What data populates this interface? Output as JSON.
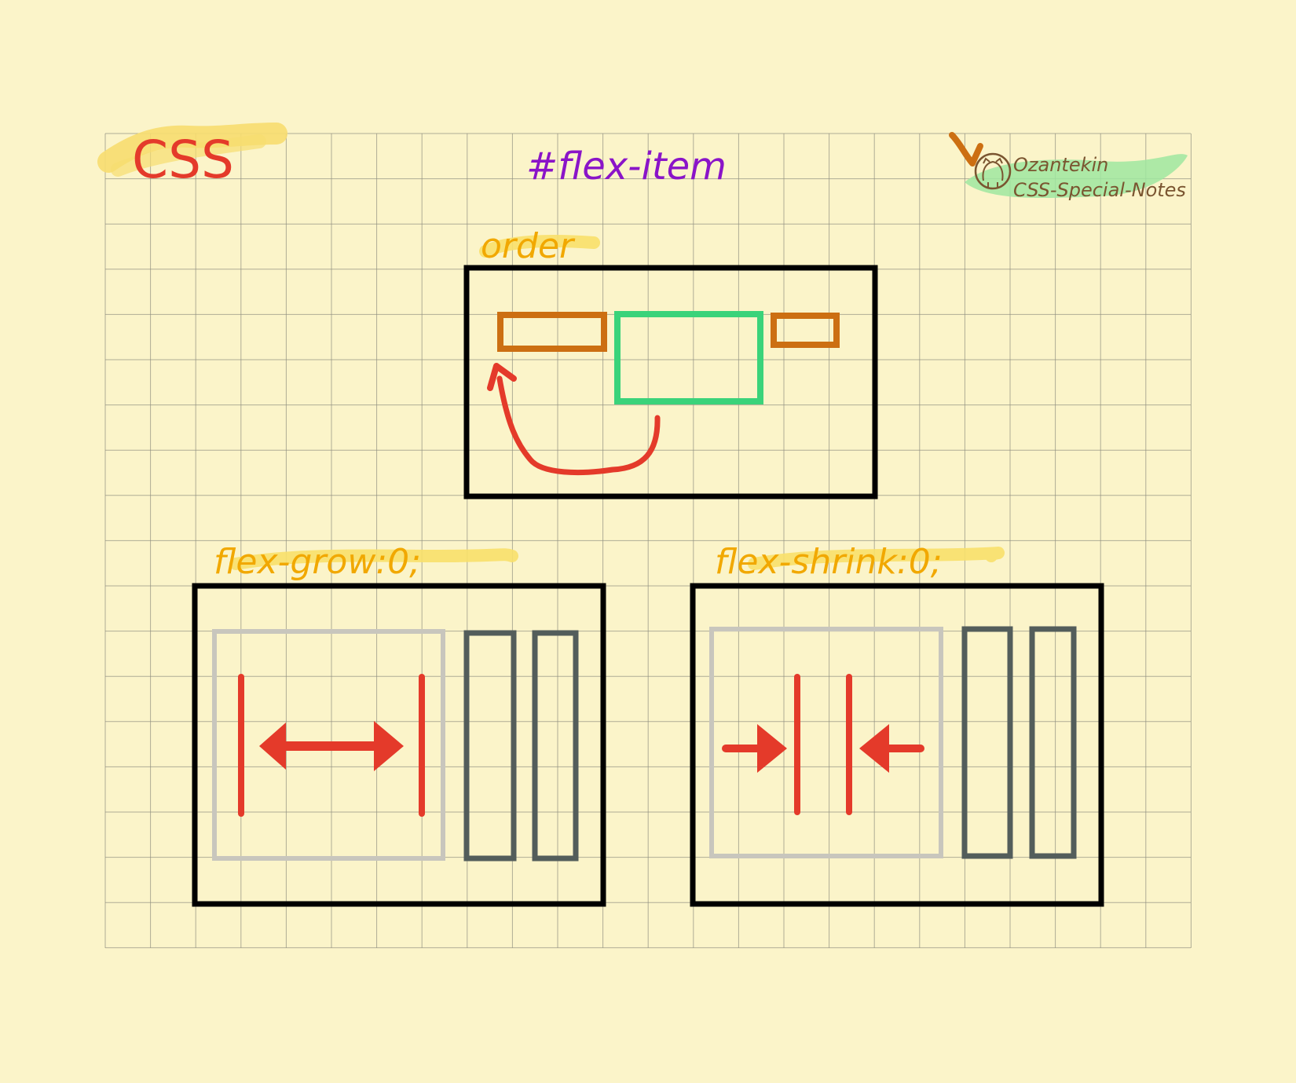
{
  "title": "#flex-item",
  "brand_label": "CSS",
  "credit": {
    "line1": "Ozantekin",
    "line2": "CSS-Special-Notes",
    "icon": "github-icon"
  },
  "sections": {
    "order": {
      "label": "order"
    },
    "grow": {
      "label": "flex-grow:0;"
    },
    "shrink": {
      "label": "flex-shrink:0;"
    }
  },
  "colors": {
    "paper": "#fbf4c9",
    "grid": "#8f8f80",
    "brand_text": "#e43a2a",
    "brand_highlight": "#f7dd6f",
    "title": "#8a14c8",
    "label": "#f1a800",
    "label_highlight": "#f8e06a",
    "credit_text": "#7a5530",
    "credit_highlight": "#9fe6a0",
    "frame": "#000000",
    "order_item": "#cc6f12",
    "order_item_active": "#3ad37a",
    "arrow": "#e43a2a",
    "light_box": "#c8c6bd",
    "dark_box": "#535d5b"
  }
}
